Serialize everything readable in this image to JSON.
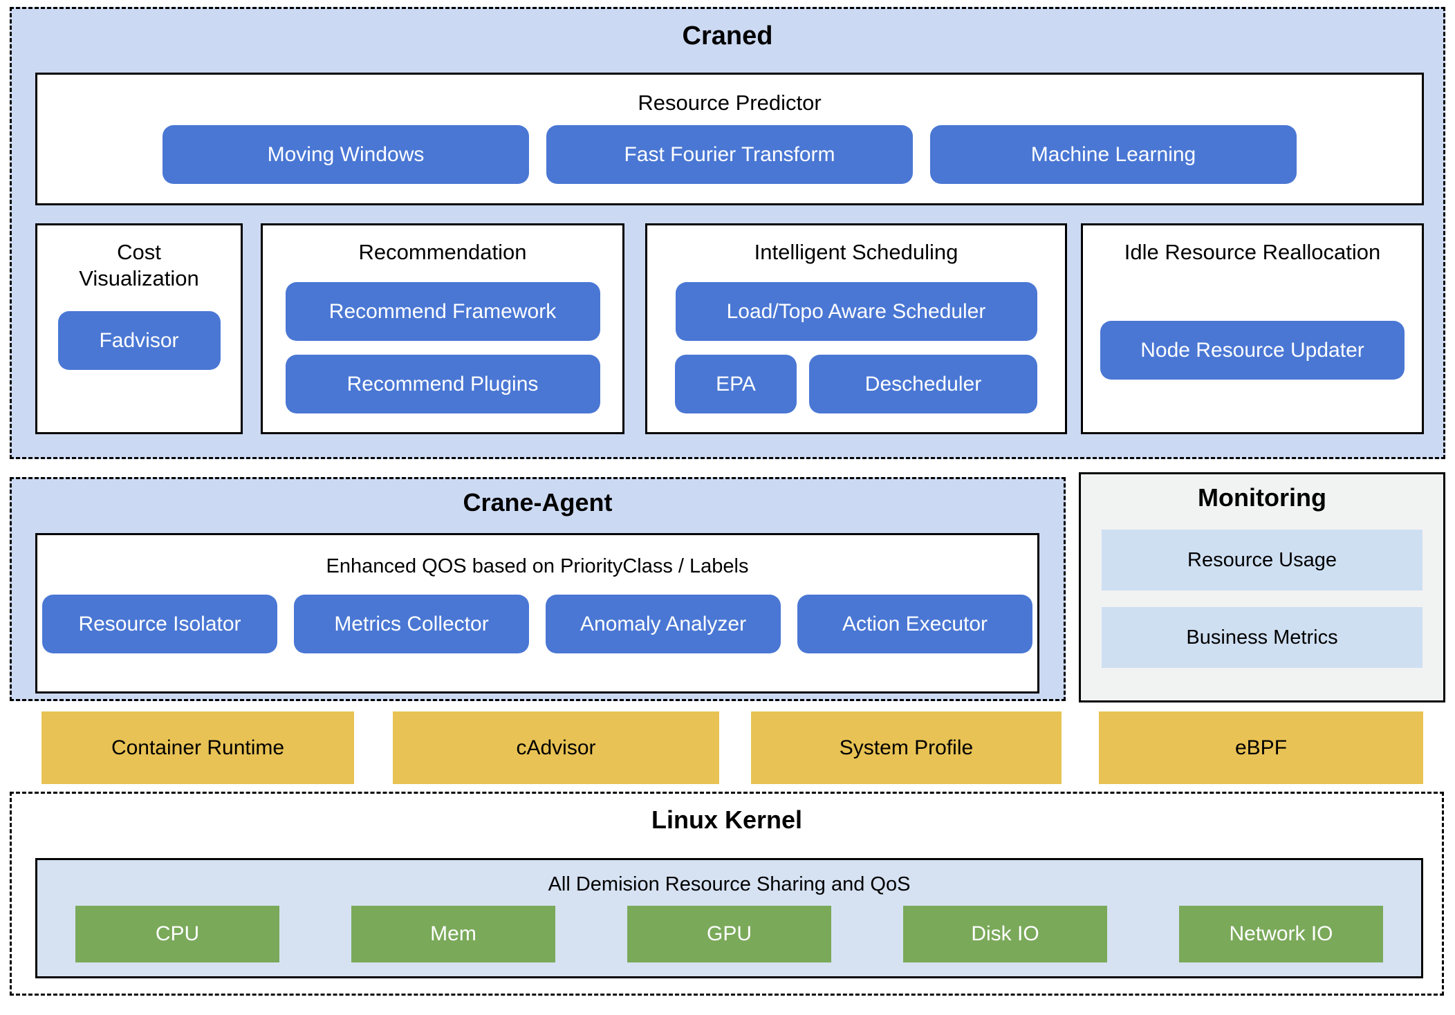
{
  "colors": {
    "section_bg": "#ccd9f2",
    "button_blue": "#4a77d4",
    "bar_yellow": "#e8c254",
    "box_green": "#7aa95a",
    "monitoring_bg": "#f1f2f2",
    "monitoring_item_bg": "#cfdff2",
    "kernel_inner_bg": "#d6e2f2"
  },
  "craned": {
    "title": "Craned",
    "resource_predictor": {
      "title": "Resource Predictor",
      "buttons": [
        "Moving Windows",
        "Fast Fourier Transform",
        "Machine Learning"
      ]
    },
    "cost_visualization": {
      "title": "Cost Visualization",
      "buttons": [
        "Fadvisor"
      ]
    },
    "recommendation": {
      "title": "Recommendation",
      "buttons": [
        "Recommend Framework",
        "Recommend Plugins"
      ]
    },
    "intelligent_scheduling": {
      "title": "Intelligent Scheduling",
      "buttons": [
        "Load/Topo Aware Scheduler",
        "EPA",
        "Descheduler"
      ]
    },
    "idle_resource_reallocation": {
      "title": "Idle Resource Reallocation",
      "buttons": [
        "Node Resource Updater"
      ]
    }
  },
  "crane_agent": {
    "title": "Crane-Agent",
    "qos": {
      "title": "Enhanced QOS based on PriorityClass / Labels",
      "buttons": [
        "Resource Isolator",
        "Metrics Collector",
        "Anomaly Analyzer",
        "Action Executor"
      ]
    }
  },
  "monitoring": {
    "title": "Monitoring",
    "items": [
      "Resource Usage",
      "Business Metrics"
    ]
  },
  "node_components": [
    "Container Runtime",
    "cAdvisor",
    "System Profile",
    "eBPF"
  ],
  "linux_kernel": {
    "title": "Linux Kernel",
    "sharing_box": {
      "title": "All Demision Resource Sharing and QoS",
      "resources": [
        "CPU",
        "Mem",
        "GPU",
        "Disk IO",
        "Network IO"
      ]
    }
  }
}
